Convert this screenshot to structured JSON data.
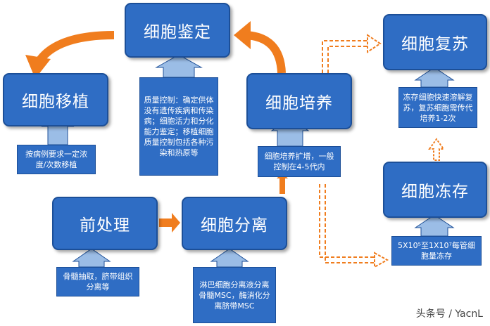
{
  "nodes": {
    "identify": "细胞鉴定",
    "transplant": "细胞移植",
    "culture": "细胞培养",
    "revive": "细胞复苏",
    "freeze": "细胞冻存",
    "pretreat": "前处理",
    "separate": "细胞分离"
  },
  "notes": {
    "identify": "质量控制：确定供体没有遗传疾病和传染病；细胞活力和分化能力鉴定；移植细胞质量控制包括各种污染和热原等",
    "transplant": "按病例要求一定浓度/次数移植",
    "culture": "细胞培养扩增，一般控制在4-5代内",
    "revive": "冻存细胞快速溶解复苏，复苏细胞需传代培养1-2次",
    "freeze": "5X10⁵至1X10⁷每管细胞量冻存",
    "pretreat": "骨髓抽取，脐带组织分离等",
    "separate": "淋巴细胞分离液分离骨髓MSC，酶消化分离脐带MSC"
  },
  "watermark": "头条号 / YacnL",
  "colors": {
    "box": "#2f6dc4",
    "orange": "#f07d1e",
    "dash": "#f07d1e"
  }
}
